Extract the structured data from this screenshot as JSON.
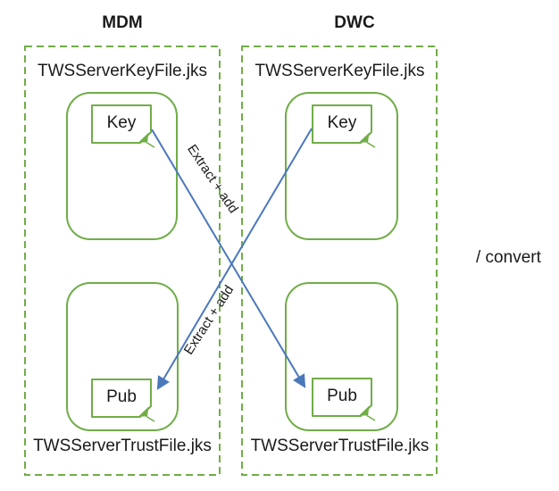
{
  "columns": [
    {
      "title": "MDM",
      "keystore_file": "TWSServerKeyFile.jks",
      "truststore_file": "TWSServerTrustFile.jks",
      "key_doc": "Key",
      "pub_doc": "Pub"
    },
    {
      "title": "DWC",
      "keystore_file": "TWSServerKeyFile.jks",
      "truststore_file": "TWSServerTrustFile.jks",
      "key_doc": "Key",
      "pub_doc": "Pub"
    }
  ],
  "arrows": [
    {
      "label": "Extract + add",
      "from": "MDM Key",
      "to": "DWC Pub"
    },
    {
      "label": "Extract + add",
      "from": "DWC Key",
      "to": "MDM Pub"
    }
  ],
  "side_note": "/ convert",
  "colors": {
    "shape_green": "#70ad47",
    "arrow_blue": "#4a78bb",
    "text": "#1a1a1a"
  }
}
